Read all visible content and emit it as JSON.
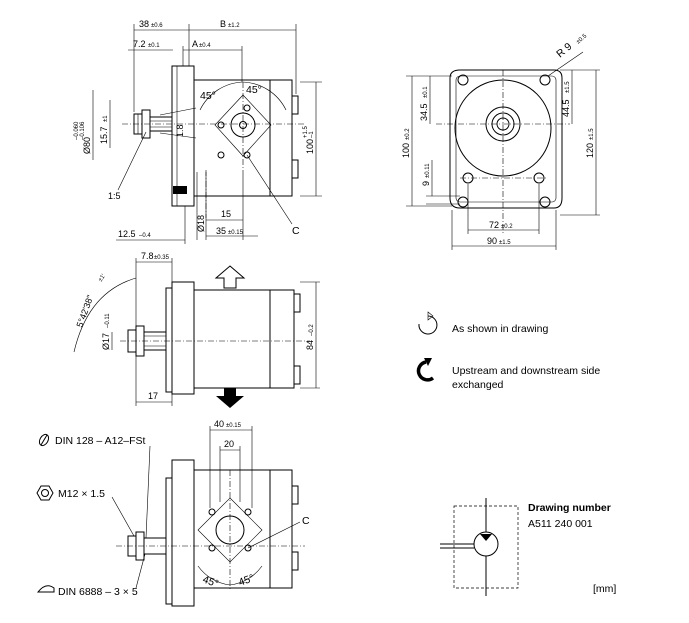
{
  "top_view": {
    "dim_38": "38",
    "tol_38": "±0.6",
    "dim_B": "B",
    "tol_B": "±1.2",
    "dim_7_2": "7.2",
    "tol_7_2": "±0.1",
    "dim_A": "A",
    "tol_A": "±0.4",
    "angle_left": "45°",
    "angle_right": "45°",
    "dim_80": "Ø80",
    "tol_80_upper": "–0.060",
    "tol_80_lower": "–0.106",
    "dim_15_7": "15.7",
    "tol_15_7": "±1",
    "dim_1_8": "1.8",
    "dim_100": "100",
    "tol_100_upper": "+1.5",
    "tol_100_lower": "–1",
    "ratio": "1:5",
    "dim_18": "Ø18",
    "dim_15": "15",
    "dim_35": "35",
    "tol_35": "±0.15",
    "label_c": "C",
    "dim_12_5": "12.5",
    "tol_12_5": "–0.4"
  },
  "front_view": {
    "radius": "R 9",
    "tol_radius": "±0.5",
    "dim_34_5": "34.5",
    "tol_34_5": "±0.1",
    "dim_44_5": "44.5",
    "tol_44_5": "±1.5",
    "dim_100": "100",
    "tol_100": "±0.2",
    "dim_120": "120",
    "tol_120": "±1.5",
    "dim_9": "9",
    "tol_9": "±0.11",
    "dim_72": "72",
    "tol_72": "±0.2",
    "dim_90": "90",
    "tol_90": "±1.5"
  },
  "side_view": {
    "dim_7_8": "7.8",
    "tol_7_8": "±0.35",
    "angle_label": "5°42'38\"",
    "tol_angle": "±1'",
    "dim_17": "Ø17",
    "tol_17": "–0.11",
    "dim_84": "84",
    "tol_84": "–0.2",
    "dim_17_len": "17"
  },
  "bottom_view": {
    "dim_40": "40",
    "tol_40": "±0.15",
    "dim_20": "20",
    "label_c": "C",
    "angle_left": "45°",
    "angle_right": "45°"
  },
  "parts": {
    "washer": "DIN 128 – A12–FSt",
    "nut": "M12 × 1.5",
    "key": "DIN 6888 – 3 × 5"
  },
  "legend": {
    "as_shown": "As shown in drawing",
    "exchanged_line1": "Upstream and downstream side",
    "exchanged_line2": "exchanged"
  },
  "title_block": {
    "label": "Drawing number",
    "number": "A511 240 001",
    "unit": "[mm]"
  }
}
